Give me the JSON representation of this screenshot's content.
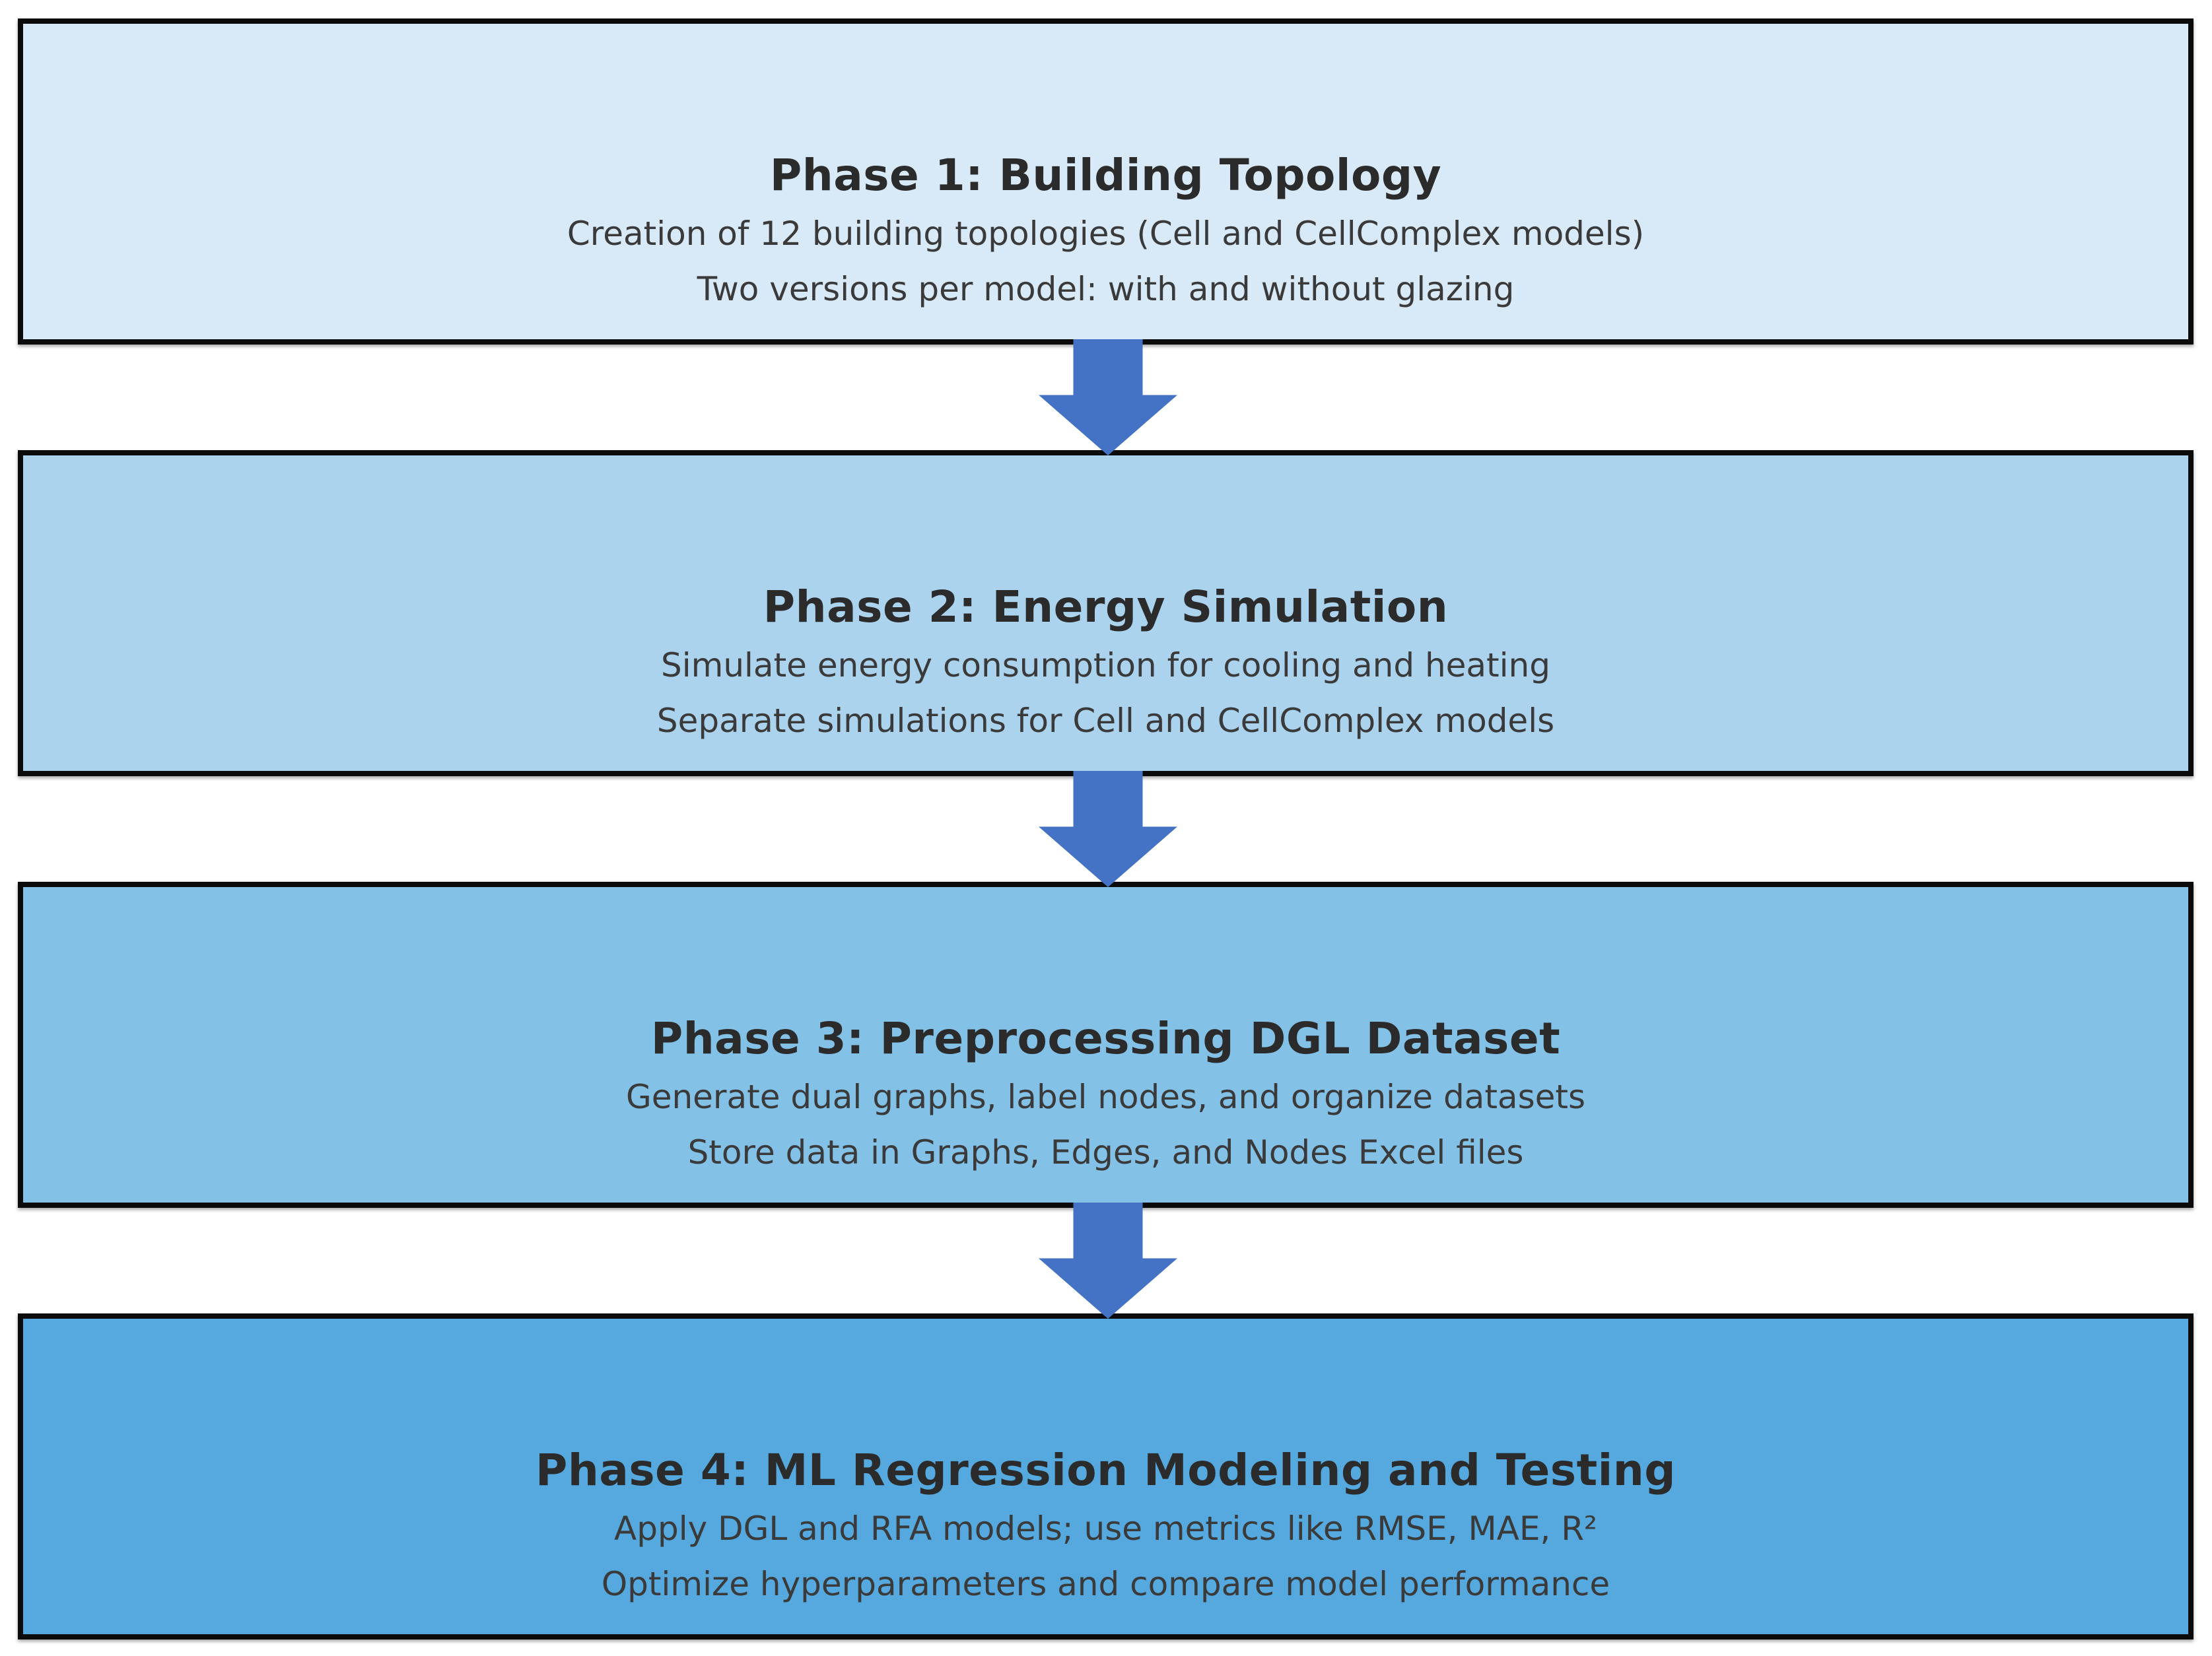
{
  "diagram": {
    "border_color": "#0b0b0b",
    "arrow": {
      "color": "#4472C4",
      "direction": "down"
    },
    "phases": [
      {
        "title": "Phase 1: Building Topology",
        "lines": [
          "Creation of 12 building topologies (Cell and CellComplex models)",
          "Two versions per model: with and without glazing"
        ],
        "bg": "#D8E9F7"
      },
      {
        "title": "Phase 2: Energy Simulation",
        "lines": [
          "Simulate energy consumption for cooling and heating",
          "Separate simulations for Cell and CellComplex models"
        ],
        "bg": "#ABD3EE"
      },
      {
        "title": "Phase 3: Preprocessing DGL Dataset",
        "lines": [
          "Generate dual graphs, label nodes, and organize datasets",
          "Store data in Graphs, Edges, and Nodes Excel files"
        ],
        "bg": "#83C1E7"
      },
      {
        "title": "Phase 4: ML Regression Modeling and Testing",
        "lines": [
          "Apply DGL and RFA models; use metrics like RMSE, MAE, R²",
          "Optimize hyperparameters and compare model performance"
        ],
        "bg": "#55A9DE"
      }
    ]
  }
}
